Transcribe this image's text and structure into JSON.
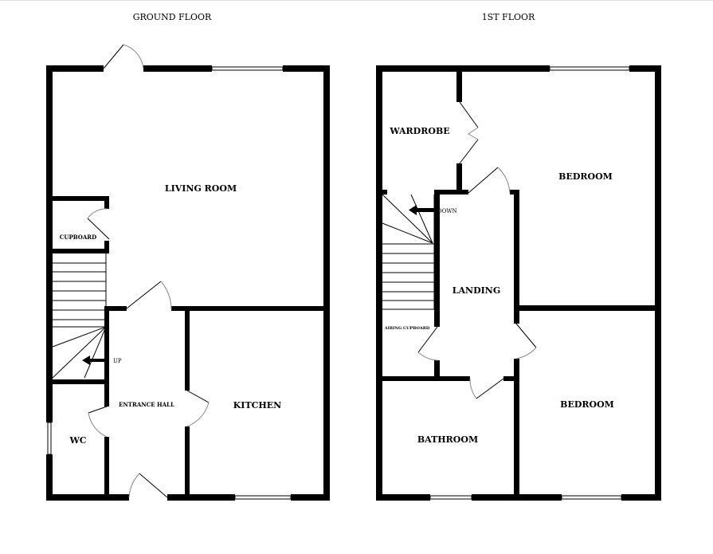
{
  "ground_floor": {
    "title": "GROUND FLOOR",
    "rooms": {
      "living_room": "LIVING ROOM",
      "cupboard": "CUPBOARD",
      "entrance_hall": "ENTRANCE HALL",
      "kitchen": "KITCHEN",
      "wc": "WC"
    },
    "stairs_label": "UP"
  },
  "first_floor": {
    "title": "1ST FLOOR",
    "rooms": {
      "wardrobe": "WARDROBE",
      "bedroom_1": "BEDROOM",
      "landing": "LANDING",
      "airing_cupboard": "AIRING CUPBOARD",
      "bathroom": "BATHROOM",
      "bedroom_2": "BEDROOM"
    },
    "stairs_label": "DOWN"
  }
}
